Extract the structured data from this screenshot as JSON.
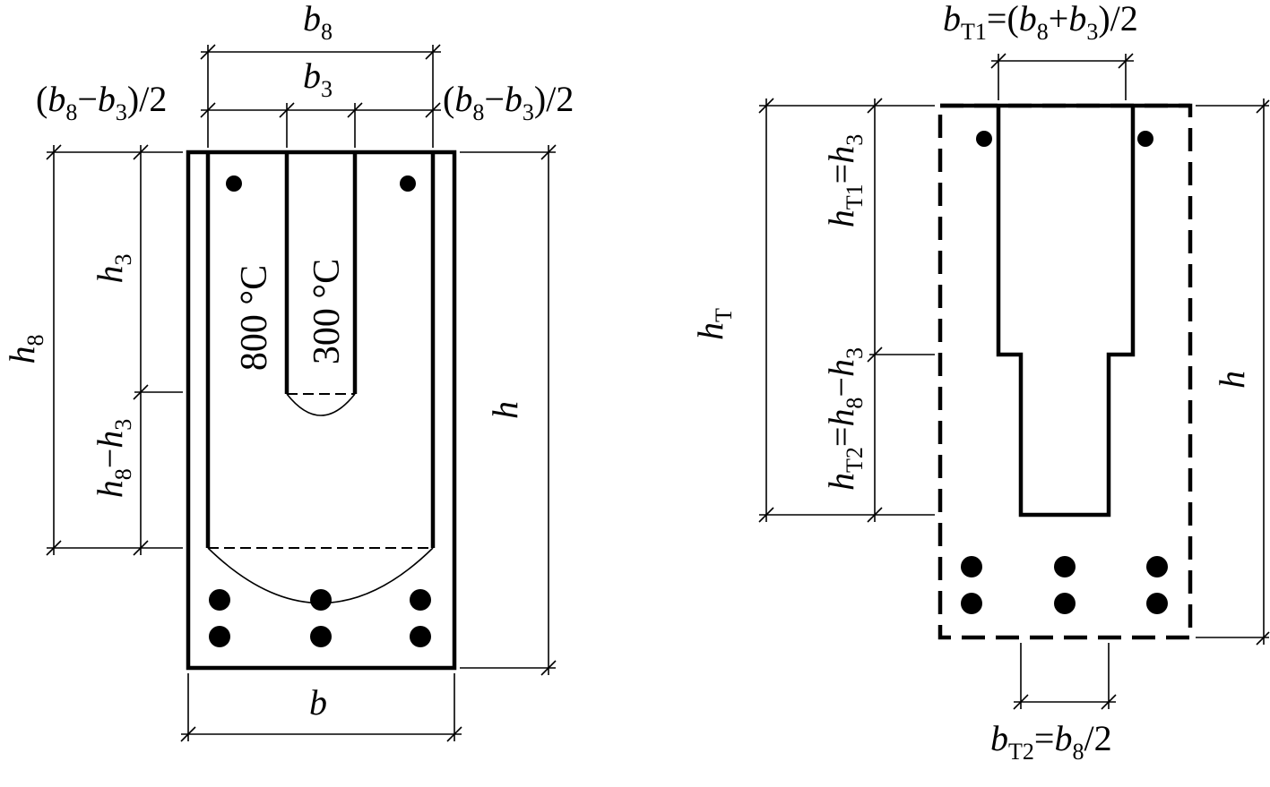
{
  "left": {
    "dims": {
      "b8": {
        "main": "b",
        "sub": "8"
      },
      "b3": {
        "main": "b",
        "sub": "3"
      },
      "side": "(b8−b3)/2",
      "b": "b",
      "h": "h",
      "h8": {
        "main": "h",
        "sub": "8"
      },
      "h3": {
        "main": "h",
        "sub": "3"
      },
      "h8_h3": "h8−h3"
    },
    "temps": {
      "t800": "800 °C",
      "t300": "300 °C"
    }
  },
  "right": {
    "dims": {
      "bT1": "bT1=(b8+b3)/2",
      "bT2": "bT2=b8/2",
      "hT": {
        "main": "h",
        "sub": "T"
      },
      "hT1": "hT1=h3",
      "hT2": "hT2=h8−h3",
      "h": "h"
    }
  },
  "parts": {
    "b": "b",
    "h": "h",
    "s8": "8",
    "s3": "3",
    "sT": "T",
    "sT1": "T1",
    "sT2": "T2",
    "lp": "(",
    "rp": ")",
    "minus": "−",
    "plus": "+",
    "eq": "=",
    "div2": "/2"
  },
  "colors": {
    "ink": "#000000",
    "paper": "#ffffff"
  }
}
